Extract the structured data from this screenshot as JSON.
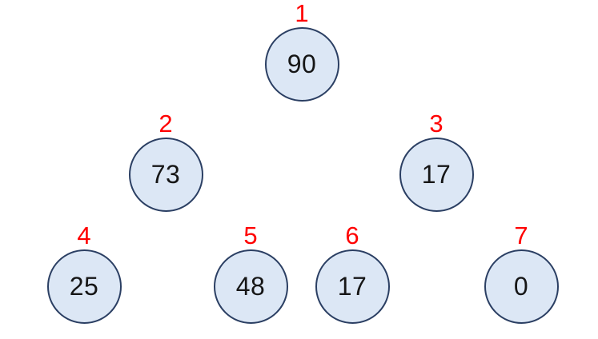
{
  "diagram": {
    "type": "binary-tree-heap",
    "colors": {
      "background": "#ffffff",
      "node_fill": "#dce7f5",
      "node_border": "#2b3f63",
      "index_label": "#ff0000",
      "node_value": "#161616"
    },
    "nodes": [
      {
        "index": "1",
        "value": "90"
      },
      {
        "index": "2",
        "value": "73"
      },
      {
        "index": "3",
        "value": "17"
      },
      {
        "index": "4",
        "value": "25"
      },
      {
        "index": "5",
        "value": "48"
      },
      {
        "index": "6",
        "value": "17"
      },
      {
        "index": "7",
        "value": "0"
      }
    ]
  }
}
